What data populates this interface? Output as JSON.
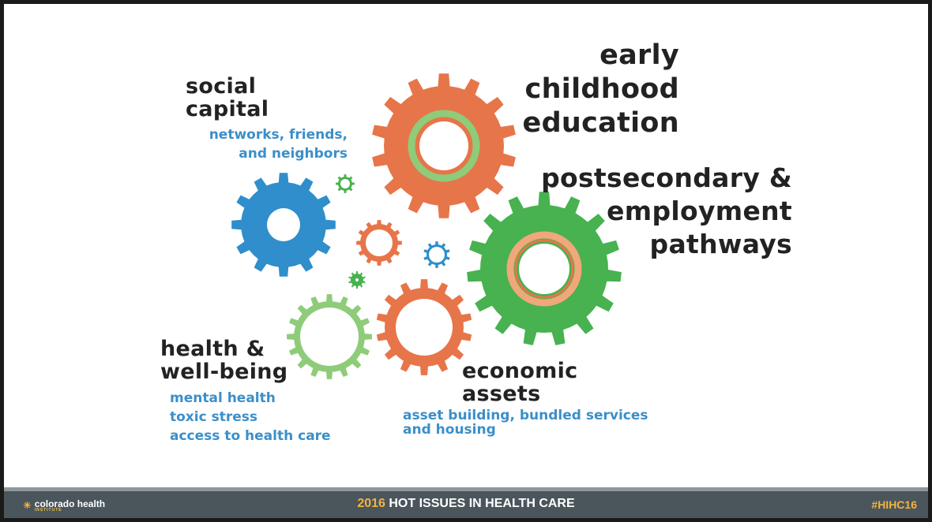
{
  "colors": {
    "orange": "#e7754a",
    "green": "#47b24f",
    "light_green": "#8ecc79",
    "blue": "#2f8ecb",
    "label_dark": "#222222",
    "sub_blue": "#3b8fc9",
    "footer_bg": "#4a555c",
    "footer_accent": "#f3b43c"
  },
  "labels": {
    "early_childhood": "early childhood\neducation",
    "social_capital": "social\ncapital",
    "social_capital_sub": "networks, friends,\nand neighbors",
    "postsecondary": "postsecondary &\nemployment\npathways",
    "health": "health &\nwell-being",
    "health_sub": "mental health\ntoxic stress\naccess to health care",
    "economic": "economic\nassets",
    "economic_sub": "asset building, bundled services\nand housing"
  },
  "footer": {
    "brand_name": "colorado health",
    "brand_sub": "INSTITUTE",
    "event_year": "2016",
    "event_title": "HOT ISSUES IN HEALTH CARE",
    "hashtag": "#HIHC16"
  }
}
